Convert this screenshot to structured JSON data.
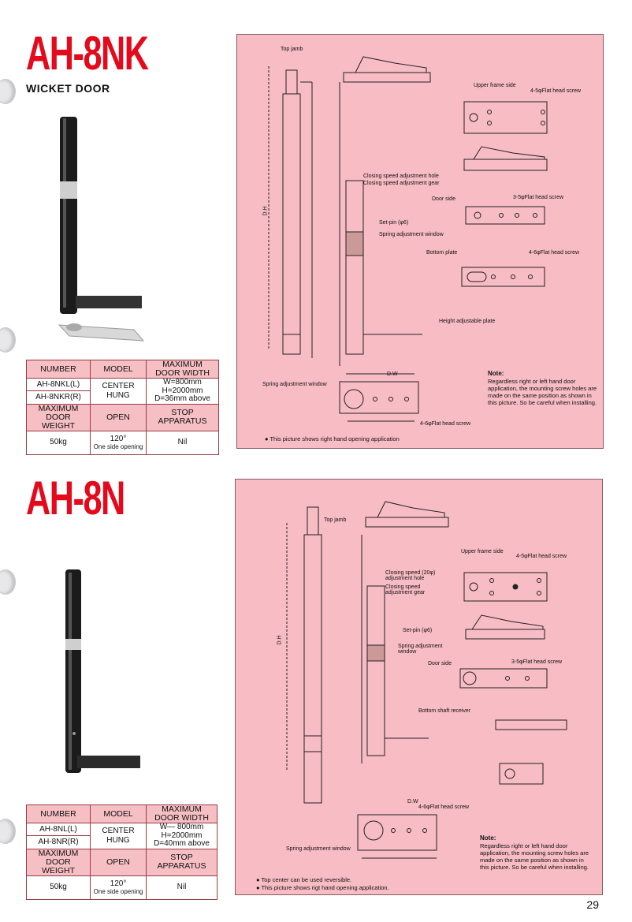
{
  "top": {
    "title": "AH-8NK",
    "subtitle": "WICKET DOOR",
    "table": {
      "h_number": "NUMBER",
      "h_model": "MODEL",
      "h_width": "MAXIMUM DOOR WIDTH",
      "n1": "AH-8NKL(L)",
      "n2": "AH-8NKR(R)",
      "model": "CENTER HUNG",
      "w1": "W=800mm",
      "w2": "H=2000mm",
      "w3": "D=36mm above",
      "h_weight": "MAXIMUM DOOR WEIGHT",
      "h_open": "OPEN",
      "h_stop": "STOP APPARATUS",
      "weight": "50kg",
      "open1": "120°",
      "open2": "One side opening",
      "stop": "Nil"
    },
    "labels": {
      "top_jamb": "Top jamb",
      "upper_frame": "Upper frame side",
      "flat4": "4-5φFlat head screw",
      "door_side": "Door side",
      "flat3": "3-5φFlat head screw",
      "closing_hole": "Closing speed adjustment hole",
      "closing_gear": "Closing speed adjustment gear",
      "set_pin": "Set-pin (φ6)",
      "spring_win": "Spring adjustment window",
      "bottom_plate": "Bottom plate",
      "flat4b": "4-6φFlat head screw",
      "height_plate": "Height adjustable plate",
      "spring_win2": "Spring adjustment window",
      "flat4c": "4-6φFlat head screw",
      "dh": "D.H",
      "dw": "D.W"
    },
    "note_title": "Note:",
    "note": "Regardless right or left hand door application, the mounting screw holes are made on the same position as shown in this picture. So be careful when installing.",
    "foot1": "● This picture shows right hand opening application"
  },
  "bottom": {
    "title": "AH-8N",
    "table": {
      "h_number": "NUMBER",
      "h_model": "MODEL",
      "h_width": "MAXIMUM DOOR WIDTH",
      "n1": "AH-8NL(L)",
      "n2": "AH-8NR(R)",
      "model": "CENTER HUNG",
      "w1": "W— 800mm",
      "w2": "H=2000mm",
      "w3": "D=40mm above",
      "h_weight": "MAXIMUM DOOR WEIGHT",
      "h_open": "OPEN",
      "h_stop": "STOP APPARATUS",
      "weight": "50kg",
      "open1": "120°",
      "open2": "One side opening",
      "stop": "Nil"
    },
    "labels": {
      "top_jamb": "Top jamb",
      "upper_frame": "Upper frame side",
      "flat4": "4-5φFlat head screw",
      "closing_hole": "Closing speed (20φ) adjustment hole",
      "closing_gear": "Closing speed adjustment gear",
      "set_pin": "Set-pin (φ6)",
      "spring_win": "Spring adjustment window",
      "door_side": "Door side",
      "flat3": "3-5φFlat head screw",
      "bottom_shaft": "Bottom shaft receiver",
      "flat4b": "4-6φFlat head screw",
      "spring_win2": "Spring adjustment window",
      "dh": "D.H",
      "dw": "D.W"
    },
    "note_title": "Note:",
    "note": "Regardless right or left hand door application, the mounting screw holes are made on the same position as shown in this picture. So be careful when installing.",
    "foot1": "● Top center can be used reversible.",
    "foot2": "● This picture shows rigt hand opening application."
  },
  "page_number": "29"
}
